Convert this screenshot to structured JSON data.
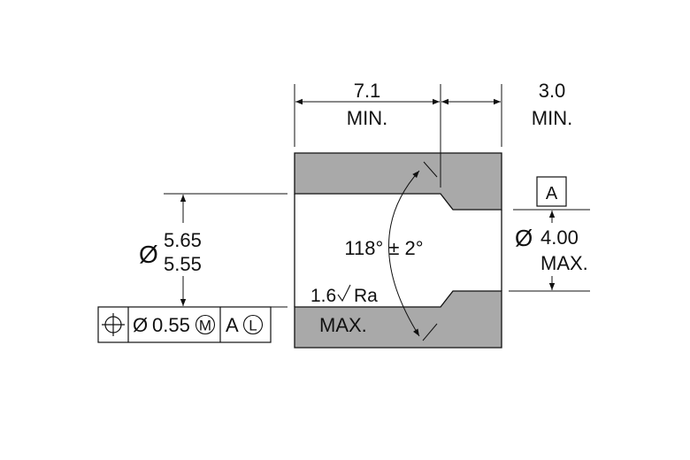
{
  "drawing": {
    "colors": {
      "line": "#111111",
      "section_fill": "#a9a9a9",
      "background": "#ffffff"
    },
    "dim_length_value": "7.1",
    "dim_length_suffix": "MIN.",
    "dim_counterbore_value": "3.0",
    "dim_counterbore_suffix": "MIN.",
    "diameter_symbol": "Ø",
    "bore_upper": "5.65",
    "bore_lower": "5.55",
    "cbore_value": "4.00",
    "cbore_suffix": "MAX.",
    "angle_text": "118° ± 2°",
    "surface_finish_value": "1.6",
    "surface_finish_unit": "Ra",
    "surface_finish_suffix": "MAX.",
    "datum_label": "A",
    "fcf": {
      "symbol_name": "position-icon",
      "tolerance": "0.55",
      "tolerance_modifier": "M",
      "datum": "A",
      "datum_modifier": "L"
    }
  }
}
